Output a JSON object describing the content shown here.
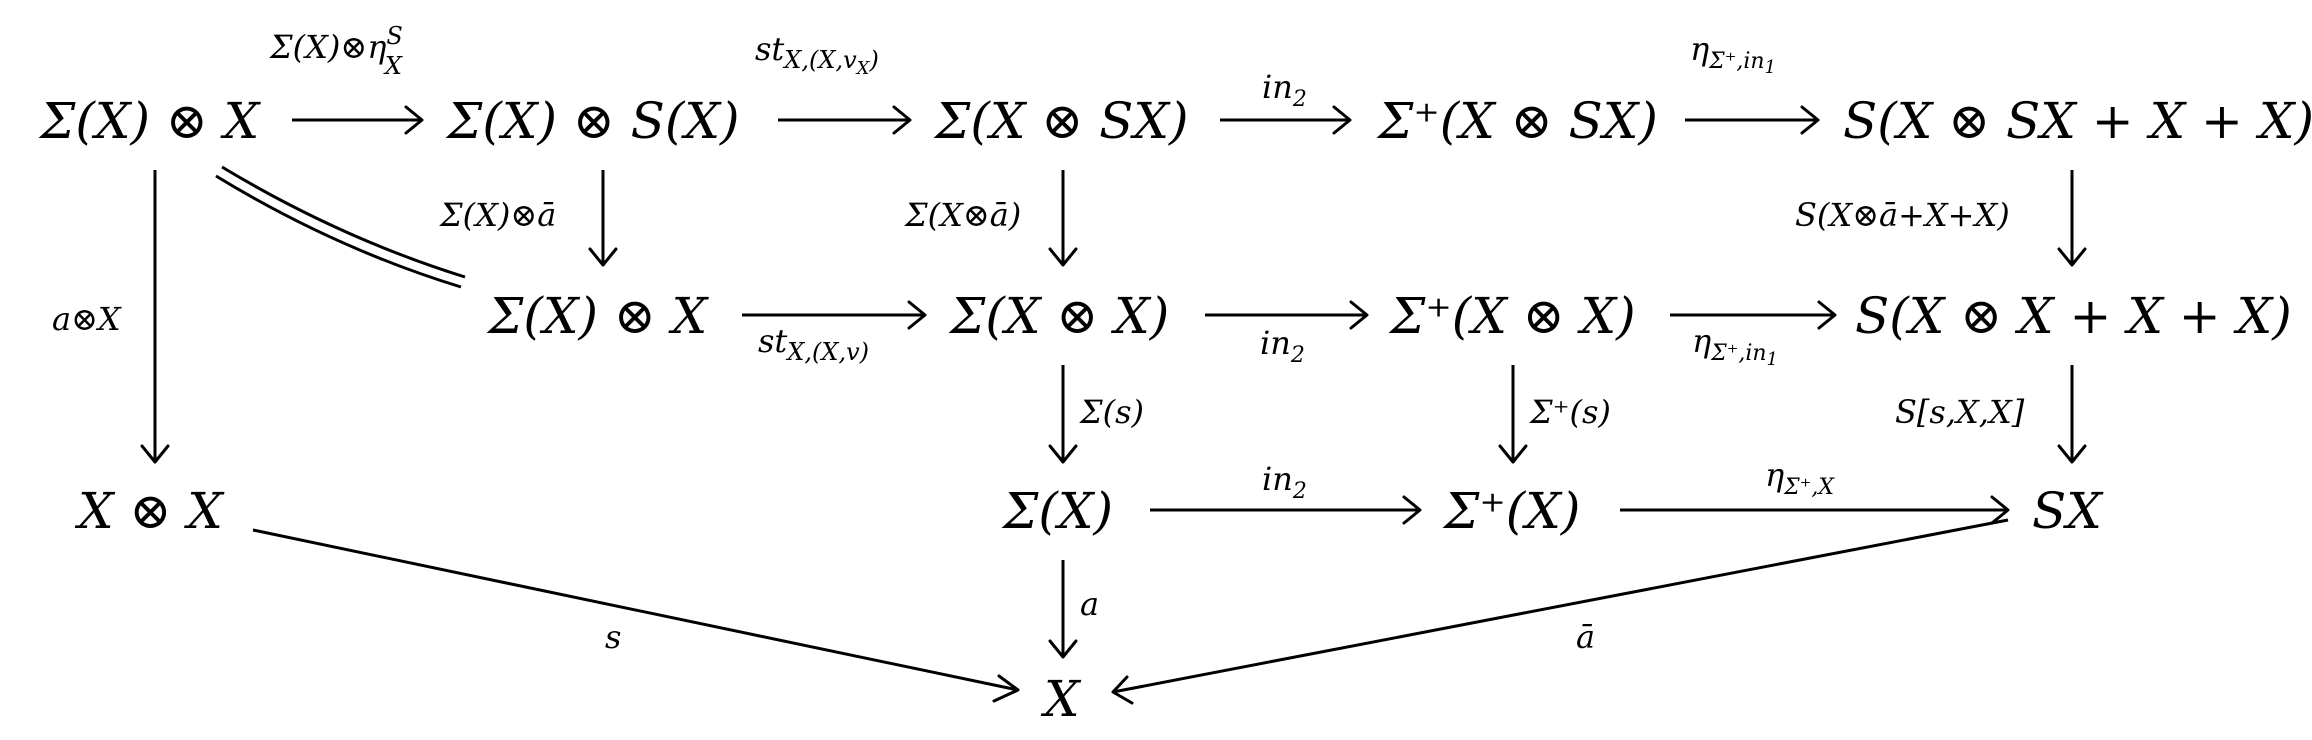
{
  "nodes": {
    "n00": "Σ(X) ⊗ X",
    "n01": "Σ(X) ⊗ S(X)",
    "n02": "Σ(X ⊗ SX)",
    "n03": "Σ⁺(X ⊗ SX)",
    "n04": "S(X ⊗ SX + X + X)",
    "n11": "Σ(X) ⊗ X",
    "n12": "Σ(X ⊗ X)",
    "n13": "Σ⁺(X ⊗ X)",
    "n14": "S(X ⊗ X + X + X)",
    "n20": "X ⊗ X",
    "n22": "Σ(X)",
    "n23": "Σ⁺(X)",
    "n24": "SX",
    "n32": "X"
  },
  "labels": {
    "l_00_01": "Σ(X)⊗η",
    "l_00_01_sup": "S",
    "l_00_01_sub": "X",
    "l_01_02": "st",
    "l_01_02_sub": "X,(X,v",
    "l_01_02_subsub": "X",
    "l_01_02_close": ")",
    "l_02_03": "in",
    "l_02_03_sub": "2",
    "l_03_04": "η",
    "l_03_04_sub": "Σ⁺,in",
    "l_03_04_subsub": "1",
    "l_01_11": "Σ(X)⊗ā",
    "l_02_12": "Σ(X⊗ā)",
    "l_04_14": "S(X⊗ā+X+X)",
    "l_00_20": "a⊗X",
    "l_11_12": "st",
    "l_11_12_sub": "X,(X,v)",
    "l_12_13": "in",
    "l_12_13_sub": "2",
    "l_13_14": "η",
    "l_13_14_sub": "Σ⁺,in",
    "l_13_14_subsub": "1",
    "l_12_22": "Σ(s)",
    "l_13_23": "Σ⁺(s)",
    "l_14_24": "S[s,X,X]",
    "l_22_23": "in",
    "l_22_23_sub": "2",
    "l_23_24": "η",
    "l_23_24_sub": "Σ⁺,X",
    "l_22_32": "a",
    "l_20_32": "s",
    "l_24_32": "ā"
  }
}
